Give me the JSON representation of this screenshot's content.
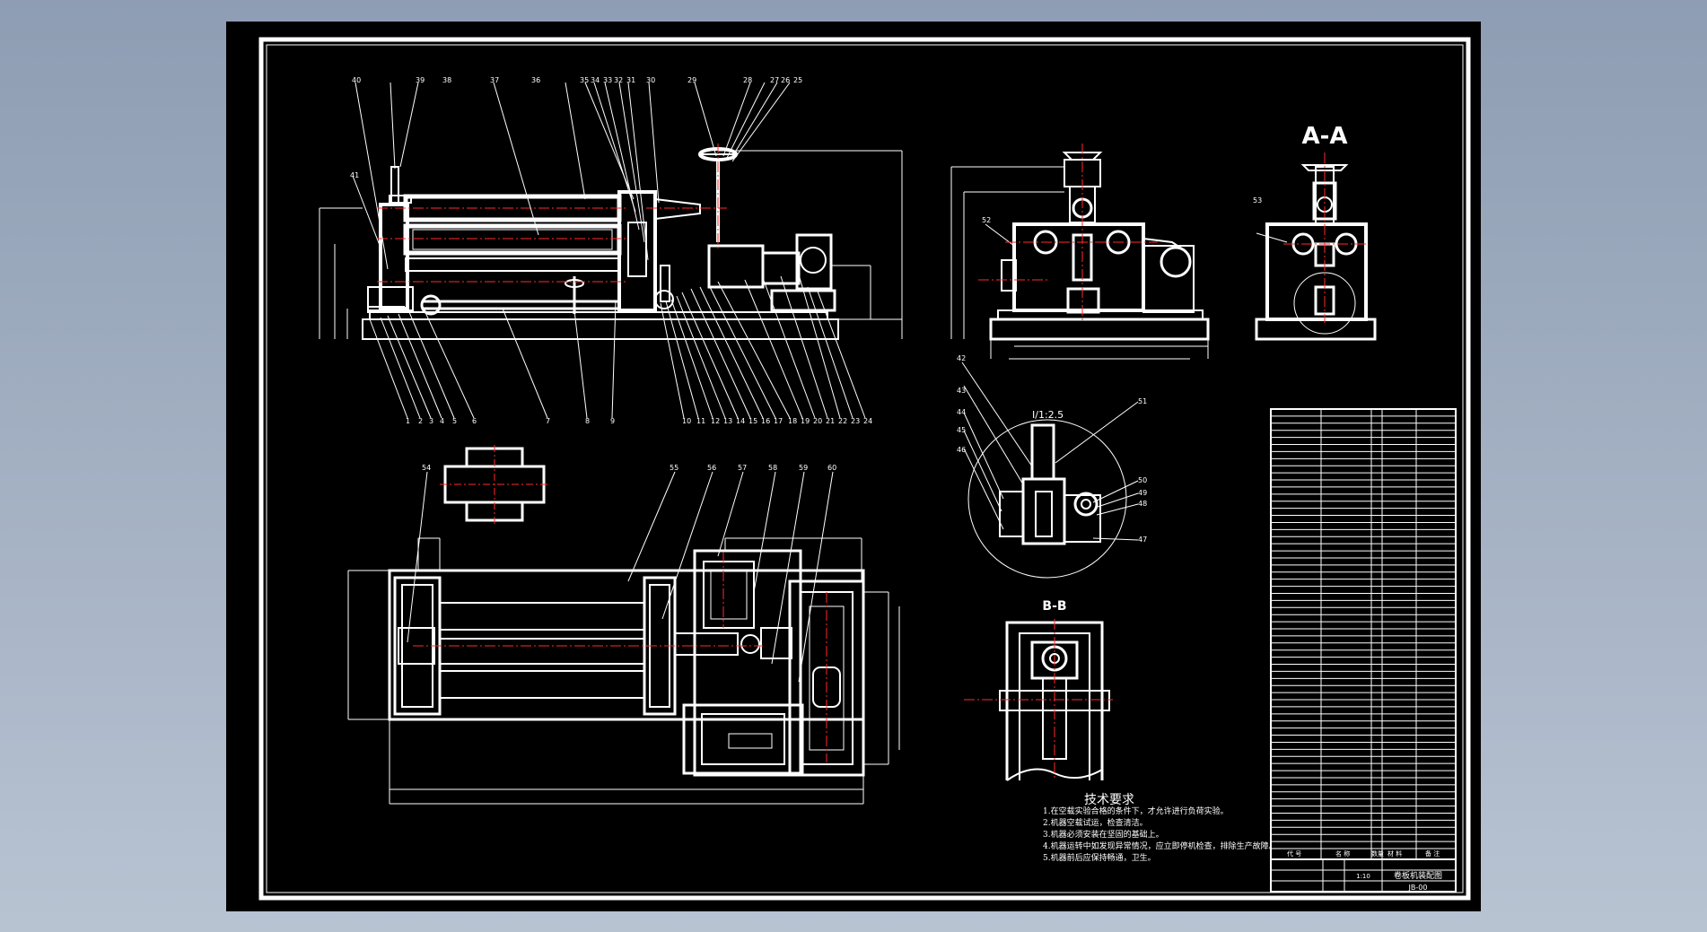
{
  "drawing": {
    "title": "卷板机装配图",
    "drawing_no": "JB-00",
    "scale": "1:10",
    "section_labels": {
      "aa": "A-A",
      "bb": "B-B",
      "detail_scale": "I/1:2.5",
      "detail_marker": "I"
    }
  },
  "callouts": {
    "front_top": [
      "40",
      "39",
      "38",
      "37",
      "36",
      "35",
      "34",
      "33",
      "32",
      "31",
      "30",
      "29",
      "28",
      "27",
      "26",
      "25"
    ],
    "front_bottom": [
      "1",
      "2",
      "3",
      "4",
      "5",
      "6",
      "7",
      "8",
      "9",
      "10",
      "11",
      "12",
      "13",
      "14",
      "15",
      "16",
      "17",
      "18",
      "19",
      "20",
      "21",
      "22",
      "23",
      "24"
    ],
    "front_left": "41",
    "side": "52",
    "section_aa": "53",
    "detail": [
      "42",
      "43",
      "44",
      "45",
      "46",
      "51",
      "50",
      "49",
      "48",
      "47"
    ],
    "plan": [
      "54",
      "55",
      "56",
      "57",
      "58",
      "59",
      "60"
    ]
  },
  "notes": {
    "heading": "技术要求",
    "items": [
      "1.在空载实验合格的条件下，才允许进行负荷实验。",
      "2.机器空载试运，检查清洁。",
      "3.机器必须安装在坚固的基础上。",
      "4.机器运转中如发现异常情况，应立即停机检查，排除生产故障。",
      "5.机器前后应保持畅通，卫生。"
    ]
  },
  "parts_table": {
    "footer_headers": [
      "代  号",
      "名  称",
      "数量",
      "材  料",
      "备  注"
    ],
    "rows": 62
  },
  "colors": {
    "background": "#000000",
    "line": "#ffffff",
    "centerline": "#ff2a2a",
    "desktop": "#9aa7ba"
  }
}
